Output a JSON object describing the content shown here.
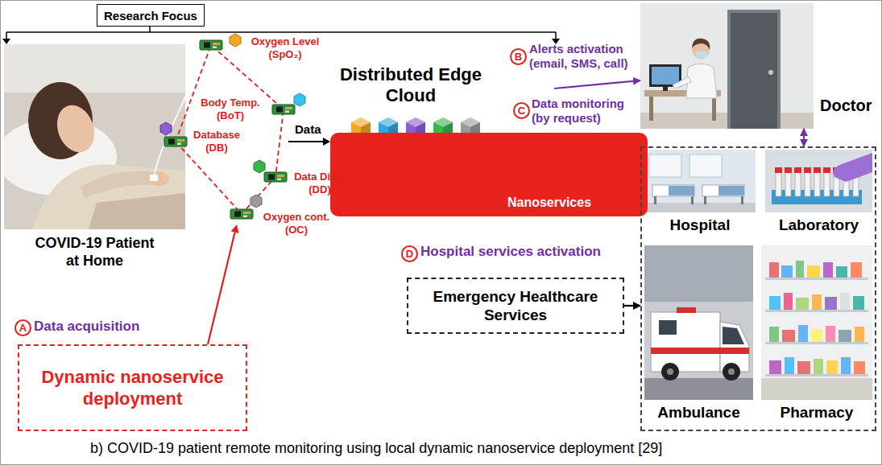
{
  "diagram": {
    "caption": "b) COVID-19 patient remote monitoring using local dynamic nanoservice deployment [29]",
    "nodes": [
      {
        "text": [
          "Research Focus"
        ]
      },
      {
        "text": [
          "COVID-19 Patient at Home"
        ]
      },
      {
        "text": [
          "Distributed Edge Cloud"
        ]
      },
      {
        "text": [
          "Nanoservices"
        ],
        "in": 2
      },
      {
        "text": [
          "Doctor"
        ]
      },
      {
        "text": []
      },
      {
        "text": [
          "Hospital"
        ],
        "in": 5
      },
      {
        "text": [
          "Laboratory"
        ],
        "in": 5
      },
      {
        "text": [
          "Ambulance"
        ],
        "in": 5
      },
      {
        "text": [
          "Pharmacy"
        ],
        "in": 5
      },
      {
        "text": [
          "Emergency Healthcare Services"
        ]
      },
      {
        "text": [
          "Dynamic nanoservice deployment"
        ]
      }
    ],
    "edges": [
      {
        "from": 2,
        "to": 4,
        "arrow": "to",
        "label": "Alerts activation (email, SMS, call)"
      },
      {
        "from": 2,
        "to": 5,
        "arrow": "to",
        "label": "Data monitoring (by request)"
      },
      {
        "from": 4,
        "to": 5,
        "arrow": "both"
      },
      {
        "from": 10,
        "to": 5,
        "arrow": "to"
      }
    ],
    "labels": [
      "Oxygen Level (SpO₂)",
      "Body Temp. (BoT)",
      "Database (DB)",
      "Data Disp. (DD)",
      "Oxygen cont. (OC)",
      "Data",
      "A",
      "Data acquisition",
      "B",
      "C",
      "D",
      "Hospital services activation"
    ]
  }
}
